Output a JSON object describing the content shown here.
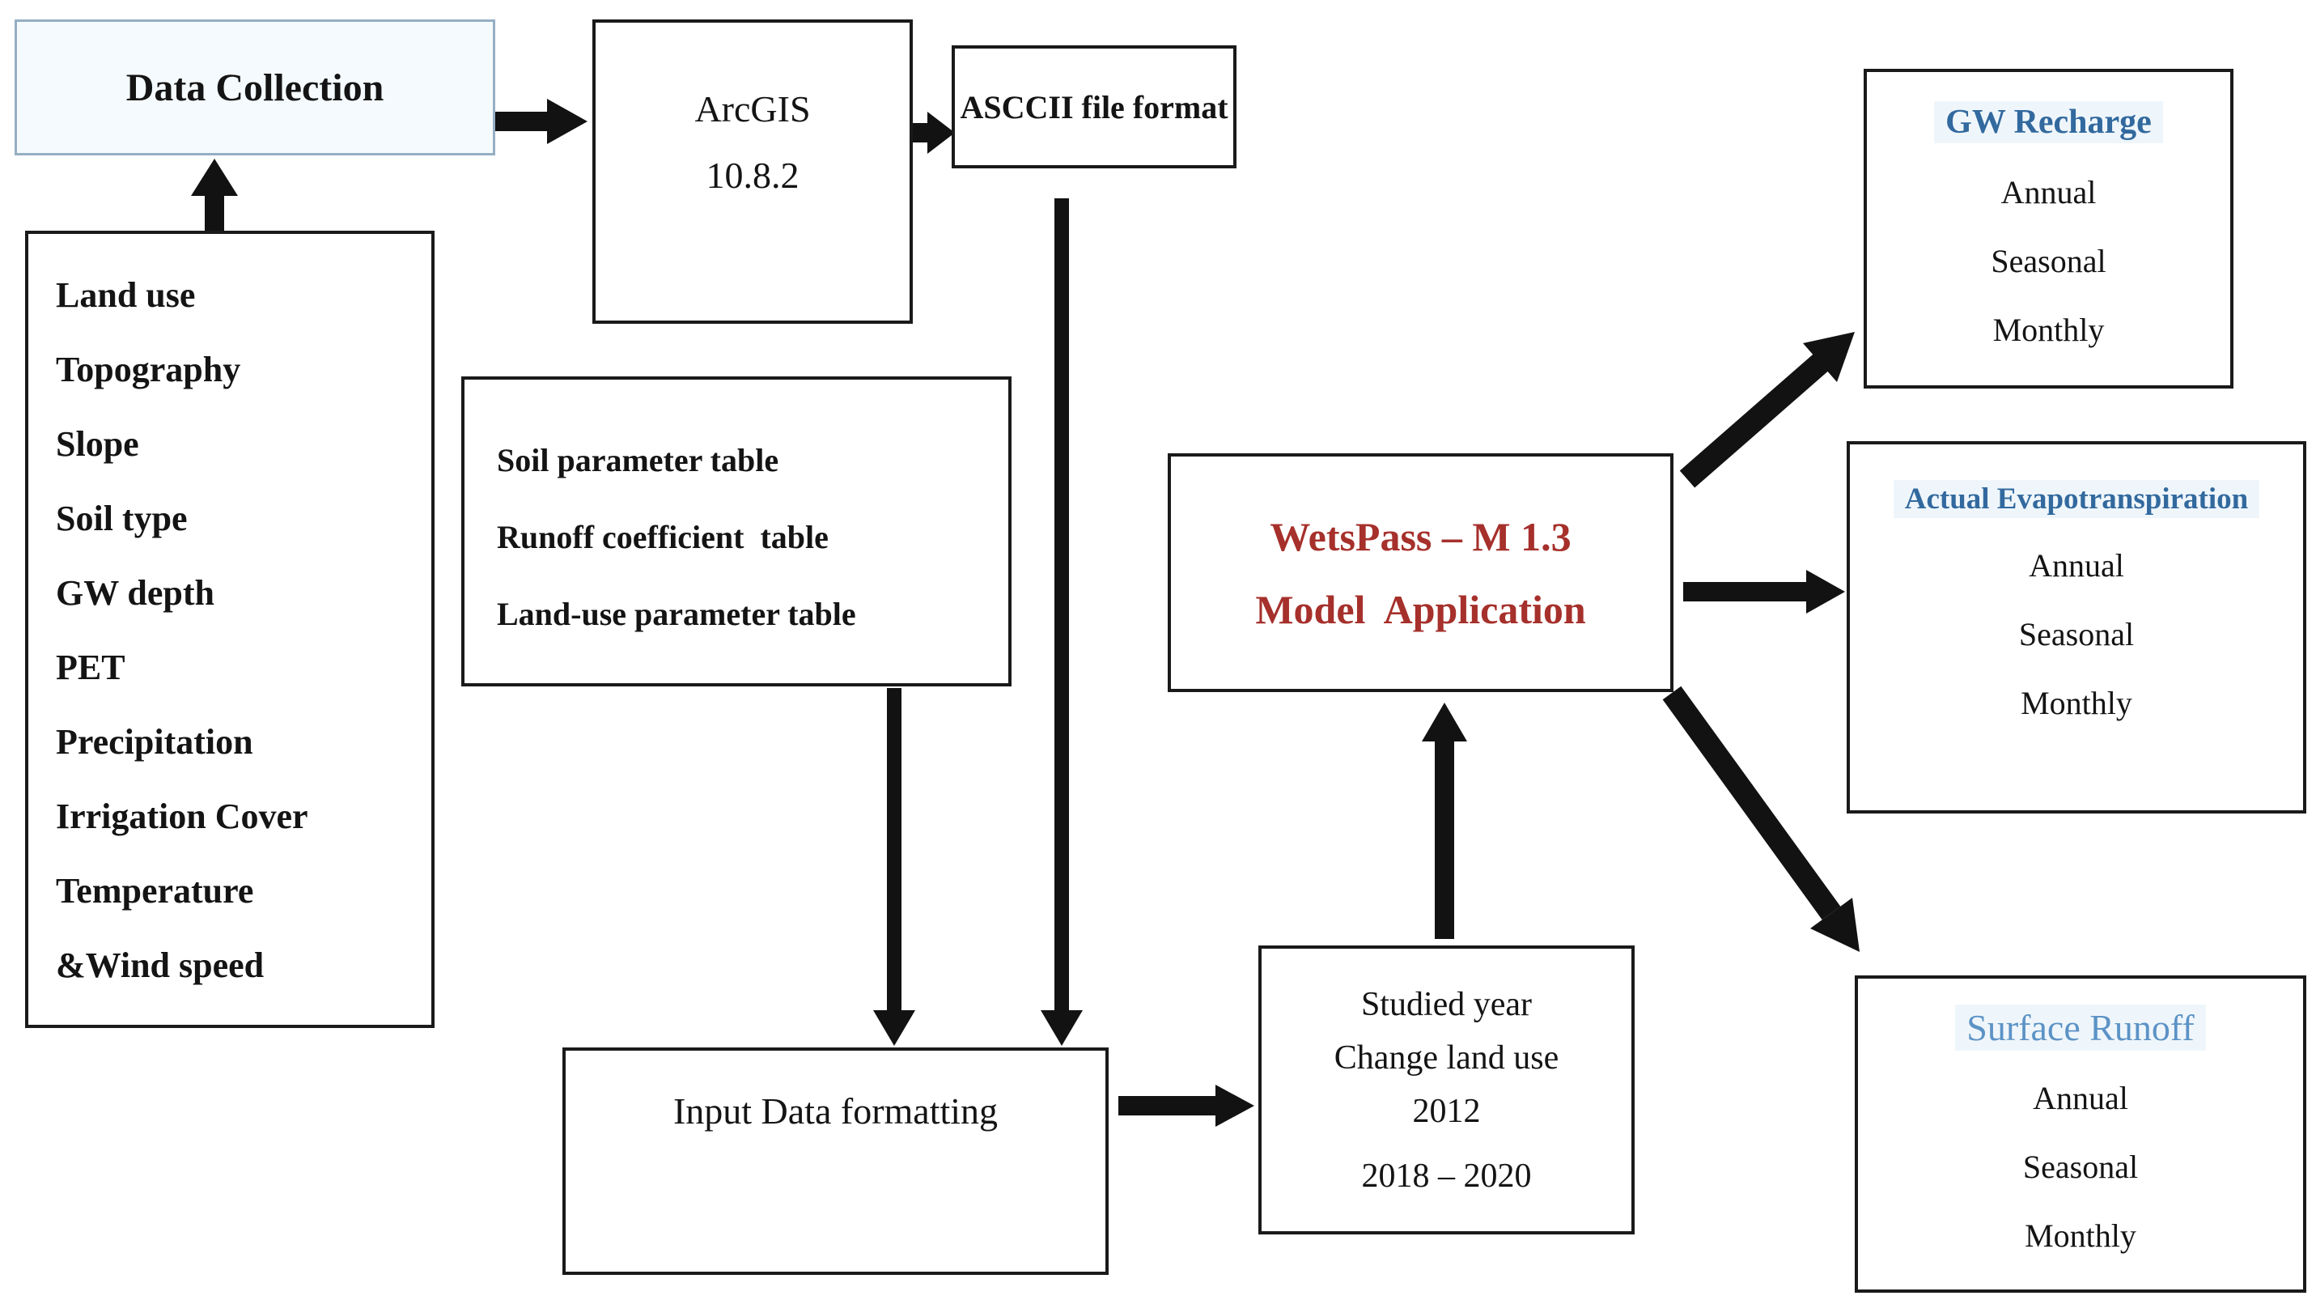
{
  "figure": {
    "type": "flowchart",
    "background": "#FFFFFF",
    "colors": {
      "box_border": "#1A1A1A",
      "arrow": "#121212",
      "text": "#141414",
      "red_text": "#A6302B",
      "blue_title_dark": "#32699E",
      "blue_title_light": "#5C93C6",
      "collection_border": "#95AFC4",
      "collection_bg": "#F4FAFD"
    },
    "nodes": {
      "data_collection": {
        "label": "Data Collection"
      },
      "inputs": {
        "items": [
          "Land use",
          "Topography",
          "Slope",
          "Soil type",
          "GW depth",
          "PET",
          "Precipitation",
          "Irrigation Cover",
          "Temperature",
          "&Wind speed"
        ]
      },
      "arcgis": {
        "line1": "ArcGIS",
        "line2": "10.8.2"
      },
      "ascii": {
        "label": "ASCCII file format"
      },
      "parameter_tables": {
        "items": [
          "Soil parameter table",
          "Runoff coefficient  table",
          "Land-use parameter table"
        ]
      },
      "input_formatting": {
        "label": "Input Data formatting"
      },
      "studied_year": {
        "line1": "Studied year",
        "line2": "Change land use",
        "line3": "2012",
        "line4": "2018 – 2020"
      },
      "wetspass": {
        "line1": "WetsPass – M 1.3",
        "line2": "Model  Application"
      },
      "gw_recharge": {
        "title": "GW Recharge",
        "items": [
          "Annual",
          "Seasonal",
          "Monthly"
        ]
      },
      "evapotranspiration": {
        "title": "Actual Evapotranspiration",
        "items": [
          "Annual",
          "Seasonal",
          "Monthly"
        ]
      },
      "surface_runoff": {
        "title": "Surface Runoff",
        "items": [
          "Annual",
          "Seasonal",
          "Monthly"
        ]
      }
    }
  }
}
